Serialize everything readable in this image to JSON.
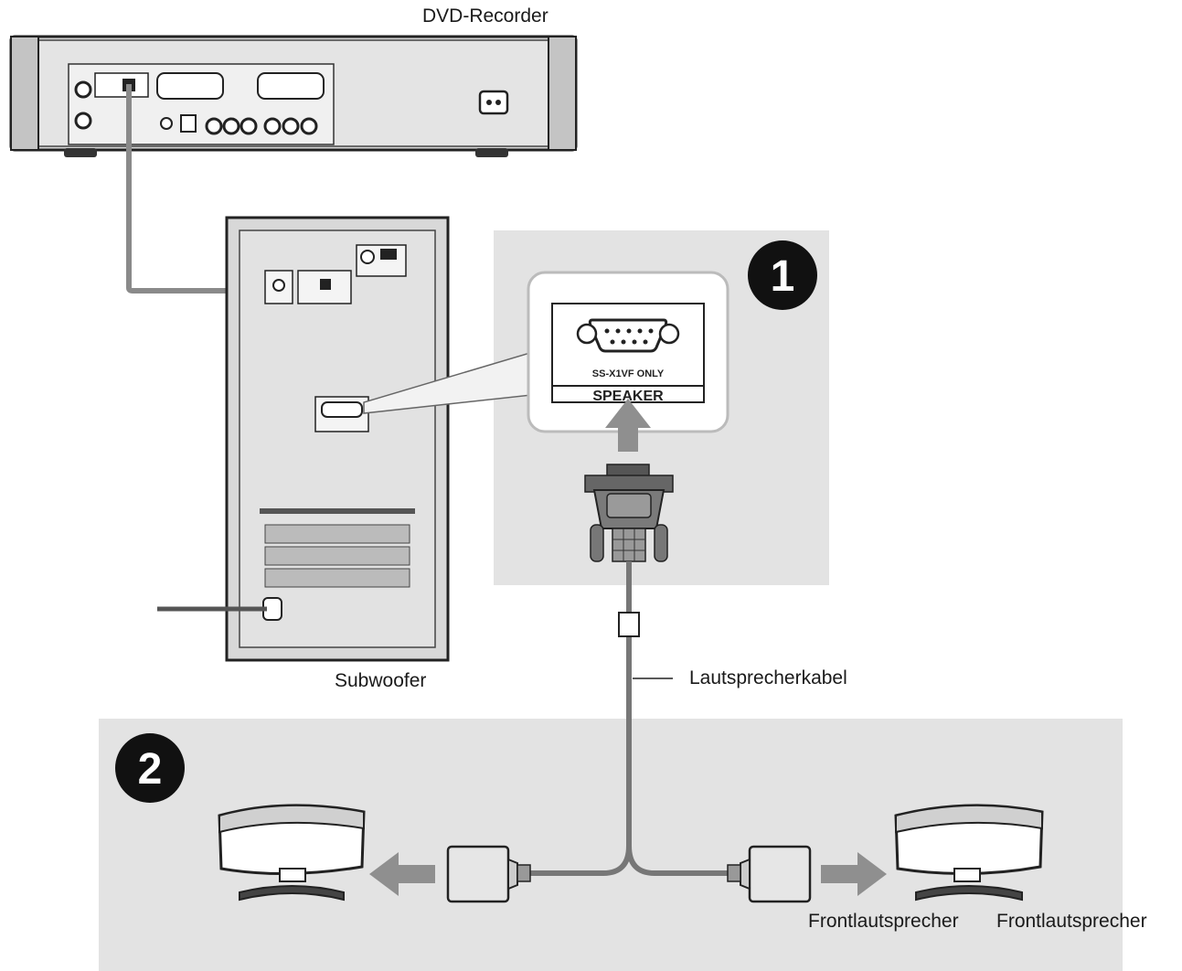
{
  "labels": {
    "dvd_recorder": "DVD-Recorder",
    "subwoofer": "Subwoofer",
    "speaker_cable": "Lautsprecherkabel",
    "front_speaker_left": "Frontlautsprecher",
    "front_speaker_right": "Frontlautsprecher"
  },
  "panel_labels": {
    "port_model": "SS-X1VF ONLY",
    "port_name": "SPEAKER"
  },
  "steps": {
    "step1": "1",
    "step2": "2"
  },
  "colors": {
    "panel_bg": "#e3e3e3",
    "device_body": "#d8d8d8",
    "outline": "#222222",
    "cable": "#8a8a8a",
    "arrow": "#8f8f8f",
    "step_badge": "#111111"
  }
}
